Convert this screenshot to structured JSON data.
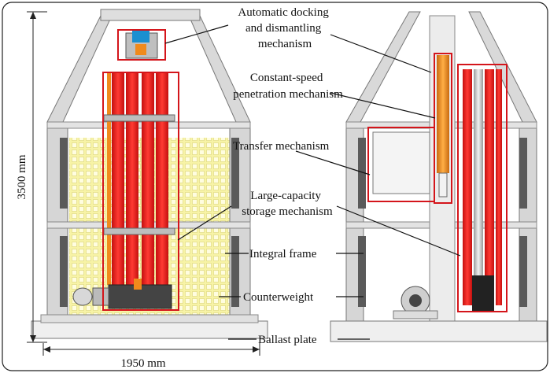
{
  "labels": {
    "docking": [
      "Automatic docking",
      "and dismantling",
      "mechanism"
    ],
    "constant_speed": [
      "Constant-speed",
      "penetration mechanism"
    ],
    "transfer": "Transfer mechanism",
    "storage": [
      "Large-capacity",
      "storage mechanism"
    ],
    "frame": "Integral frame",
    "counterweight": "Counterweight",
    "ballast": "Ballast plate"
  },
  "dimensions": {
    "height": "3500 mm",
    "width": "1950 mm"
  },
  "colors": {
    "highlight_box": "#d4151b",
    "rod_red": "#e8221e",
    "rod_orange": "#f08a1c",
    "yellow_panel": "#f7f3a6",
    "frame_grey": "#c9c9c9",
    "counterweight_dark": "#4a4a4a"
  }
}
